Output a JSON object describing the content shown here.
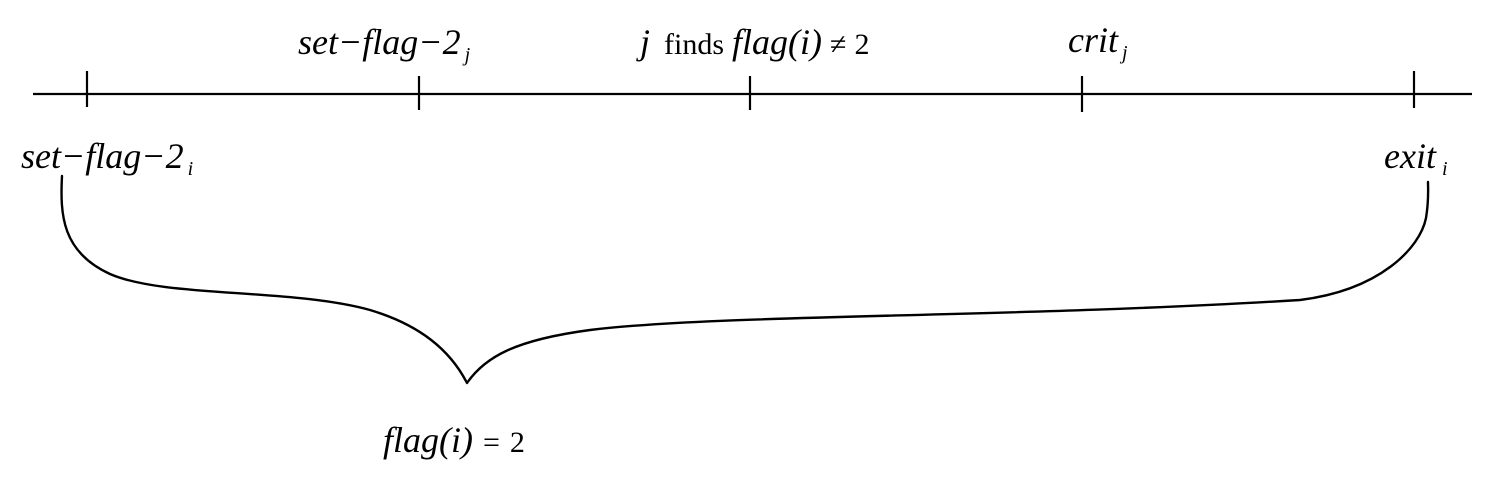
{
  "top_labels": {
    "set_flag_2_j": {
      "base": "set−flag−2",
      "sub": "j"
    },
    "j_finds": {
      "var": "j",
      "word": "finds",
      "expr": "flag(i)",
      "op": "≠",
      "value": "2"
    },
    "crit_j": {
      "base": "crit",
      "sub": "j"
    }
  },
  "bottom_labels": {
    "set_flag_2_i": {
      "base": "set−flag−2",
      "sub": "i"
    },
    "exit_i": {
      "base": "exit",
      "sub": "i"
    }
  },
  "brace_label": {
    "expr": "flag(i)",
    "op": "=",
    "value": "2"
  }
}
